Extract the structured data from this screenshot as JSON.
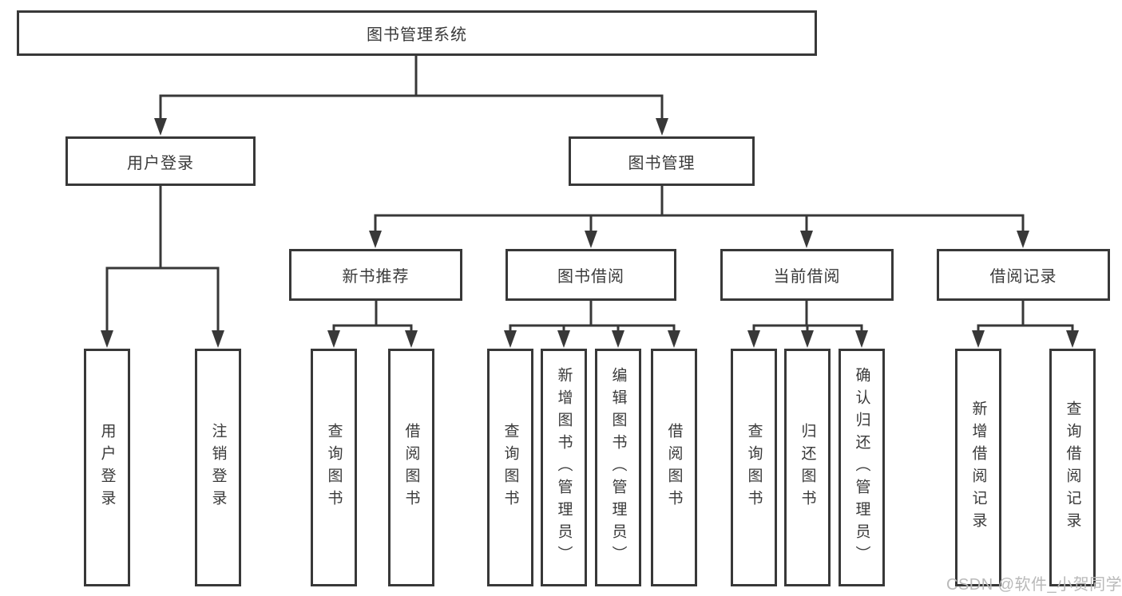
{
  "diagram": {
    "title_node": {
      "label": "图书管理系统"
    },
    "level2": [
      {
        "label": "用户登录"
      },
      {
        "label": "图书管理"
      }
    ],
    "level3": [
      {
        "label": "新书推荐"
      },
      {
        "label": "图书借阅"
      },
      {
        "label": "当前借阅"
      },
      {
        "label": "借阅记录"
      }
    ],
    "leaves": [
      {
        "label": "用户登录",
        "parent": "用户登录"
      },
      {
        "label": "注销登录",
        "parent": "用户登录"
      },
      {
        "label": "查询图书",
        "parent": "新书推荐"
      },
      {
        "label": "借阅图书",
        "parent": "新书推荐"
      },
      {
        "label": "查询图书",
        "parent": "图书借阅"
      },
      {
        "label": "新增图书（管理员）",
        "parent": "图书借阅"
      },
      {
        "label": "编辑图书（管理员）",
        "parent": "图书借阅"
      },
      {
        "label": "借阅图书",
        "parent": "图书借阅"
      },
      {
        "label": "查询图书",
        "parent": "当前借阅"
      },
      {
        "label": "归还图书",
        "parent": "当前借阅"
      },
      {
        "label": "确认归还（管理员）",
        "parent": "当前借阅"
      },
      {
        "label": "新增借阅记录",
        "parent": "借阅记录"
      },
      {
        "label": "查询借阅记录",
        "parent": "借阅记录"
      }
    ]
  },
  "watermark": {
    "text": "CSDN @软件_小贺同学"
  },
  "colors": {
    "line": "#383838",
    "text": "#3a3a3a",
    "background": "#ffffff",
    "watermark": "#b9b9b9"
  }
}
